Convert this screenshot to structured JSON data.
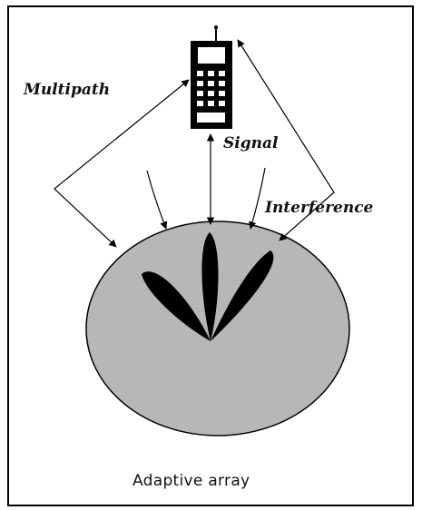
{
  "labels": {
    "multipath": "Multipath",
    "signal": "Signal",
    "interference": "Interference",
    "caption": "Adaptive array"
  },
  "colors": {
    "disc": "#b7b7b7",
    "ink": "#000000"
  }
}
